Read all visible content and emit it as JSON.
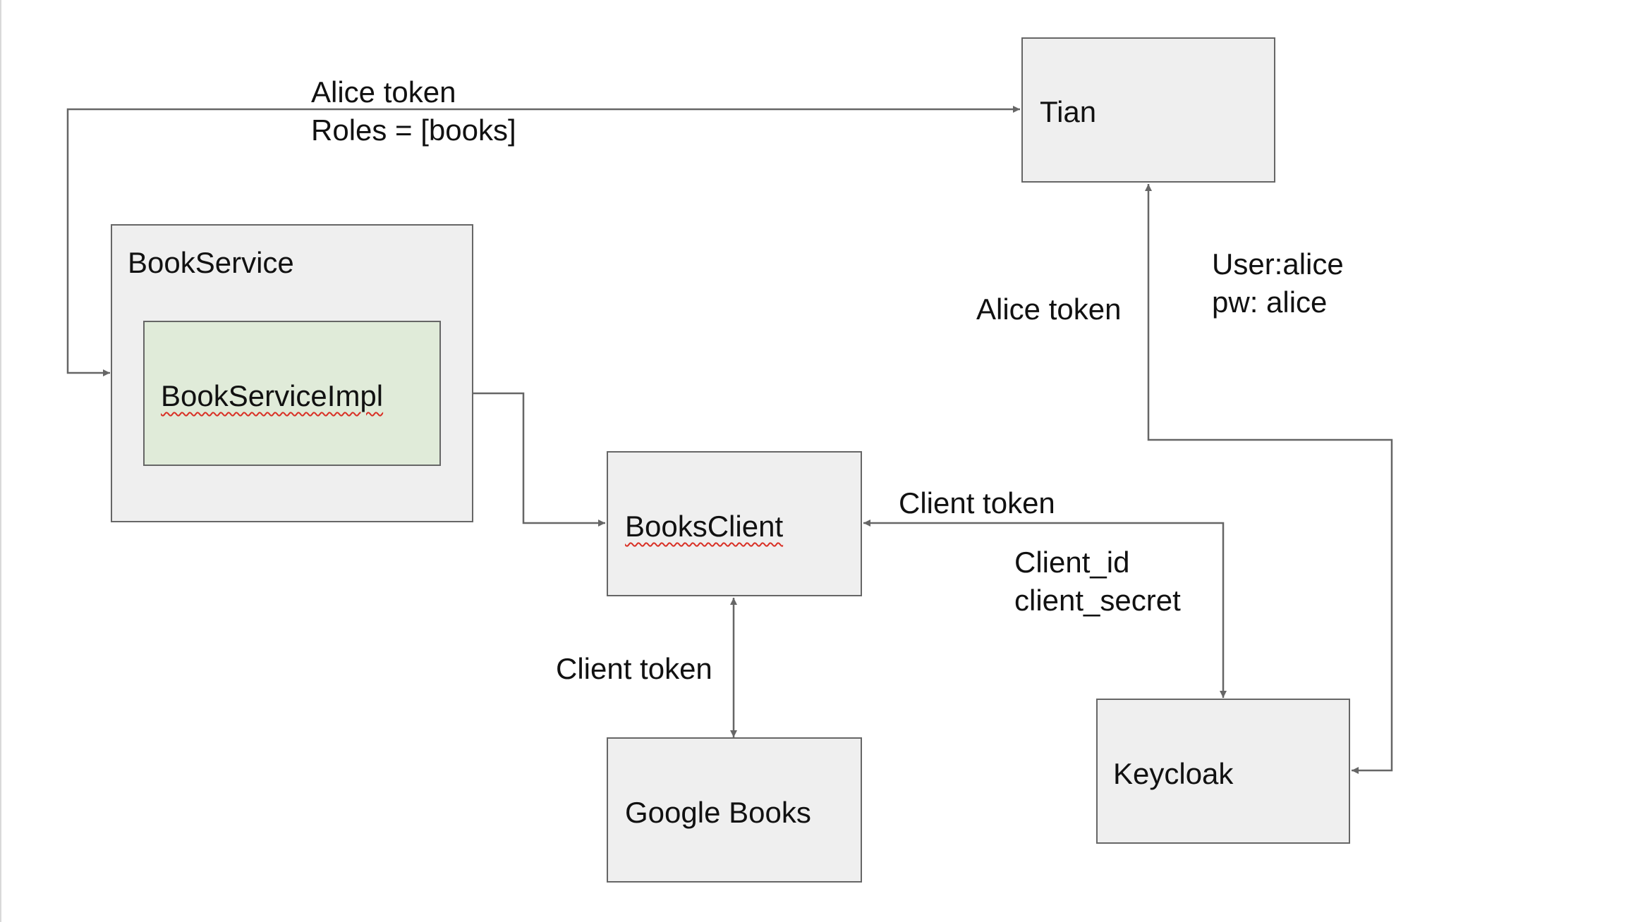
{
  "nodes": {
    "tian": {
      "label": "Tian"
    },
    "book_service": {
      "label": "BookService"
    },
    "book_service_impl": {
      "label": "BookServiceImpl"
    },
    "books_client": {
      "label": "BooksClient"
    },
    "google_books": {
      "label": "Google Books"
    },
    "keycloak": {
      "label": "Keycloak"
    }
  },
  "edge_labels": {
    "alice_token_top": "Alice token",
    "roles": "Roles = [books]",
    "alice_token_right": "Alice token",
    "user": "User:alice",
    "pw": "pw: alice",
    "client_token_right": "Client token",
    "client_id": "Client_id",
    "client_secret": "client_secret",
    "client_token_bottom": "Client token"
  },
  "colors": {
    "box_fill": "#efefef",
    "inner_box_fill": "#e0ebd9",
    "stroke": "#666666",
    "spellcheck_underline": "#d93025"
  }
}
